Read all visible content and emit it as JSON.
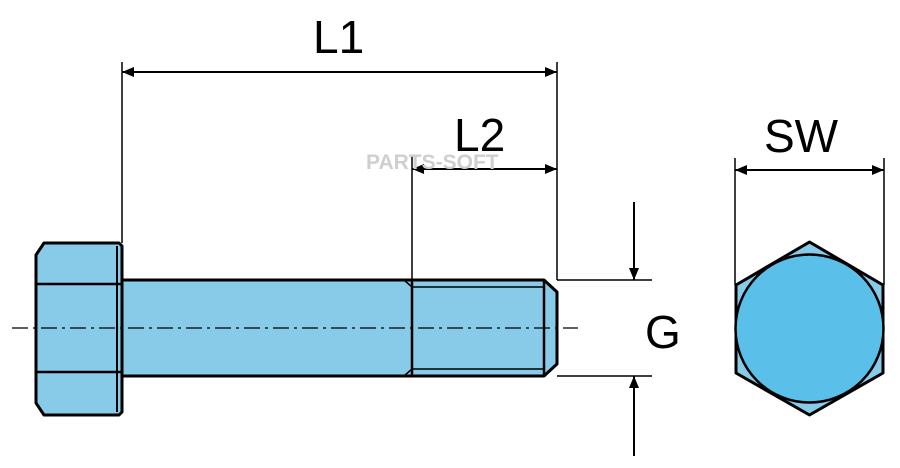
{
  "colors": {
    "bolt_fill": "#87cbe9",
    "nut_face_fill": "#5ac0ea",
    "outline": "#000000",
    "background": "#ffffff",
    "watermark": "#cfcfcf"
  },
  "labels": {
    "l1": "L1",
    "l2": "L2",
    "g": "G",
    "sw": "SW"
  },
  "watermark": "PARTS-SOFT"
}
